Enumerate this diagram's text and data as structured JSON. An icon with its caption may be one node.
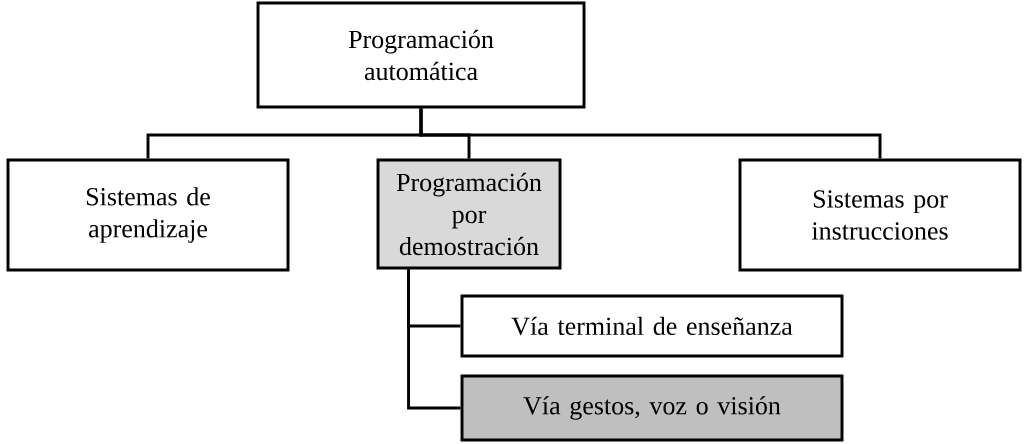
{
  "diagram": {
    "nodes": [
      {
        "text": [
          "Programación automática"
        ]
      },
      {
        "text": [
          "Sistemas de aprendizaje"
        ]
      },
      {
        "text": [
          "Programación por demostración"
        ]
      },
      {
        "text": [
          "Sistemas por instrucciones"
        ]
      },
      {
        "text": [
          "Vía terminal de enseñanza"
        ]
      },
      {
        "text": [
          "Vía gestos, voz o visión"
        ]
      }
    ],
    "edges": [
      {
        "from": 0,
        "to": 1,
        "arrow": "none"
      },
      {
        "from": 0,
        "to": 2,
        "arrow": "none"
      },
      {
        "from": 0,
        "to": 3,
        "arrow": "none"
      },
      {
        "from": 2,
        "to": 4,
        "arrow": "none"
      },
      {
        "from": 2,
        "to": 5,
        "arrow": "none"
      }
    ]
  }
}
